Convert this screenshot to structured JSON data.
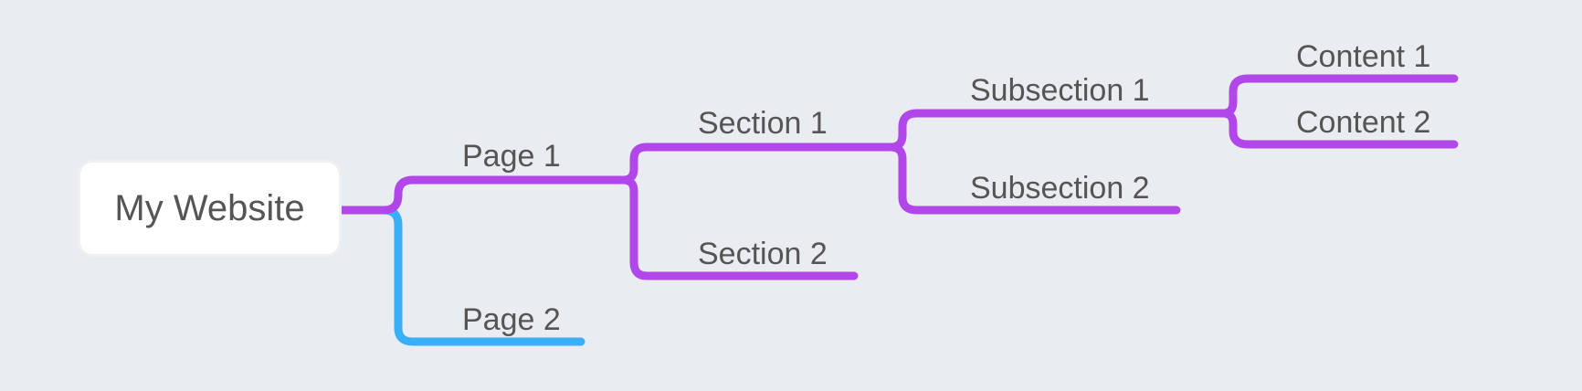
{
  "root": {
    "label": "My Website"
  },
  "topics": {
    "page_1": "Page 1",
    "page_2": "Page 2",
    "section_1": "Section 1",
    "section_2": "Section 2",
    "subsection_1": "Subsection 1",
    "subsection_2": "Subsection 2",
    "content_1": "Content 1",
    "content_2": "Content 2"
  },
  "colors": {
    "background": "#e9ecf0",
    "branch_purple": "#b146e9",
    "branch_blue": "#38aff6",
    "text": "#555555",
    "root_fill": "#ffffff"
  }
}
